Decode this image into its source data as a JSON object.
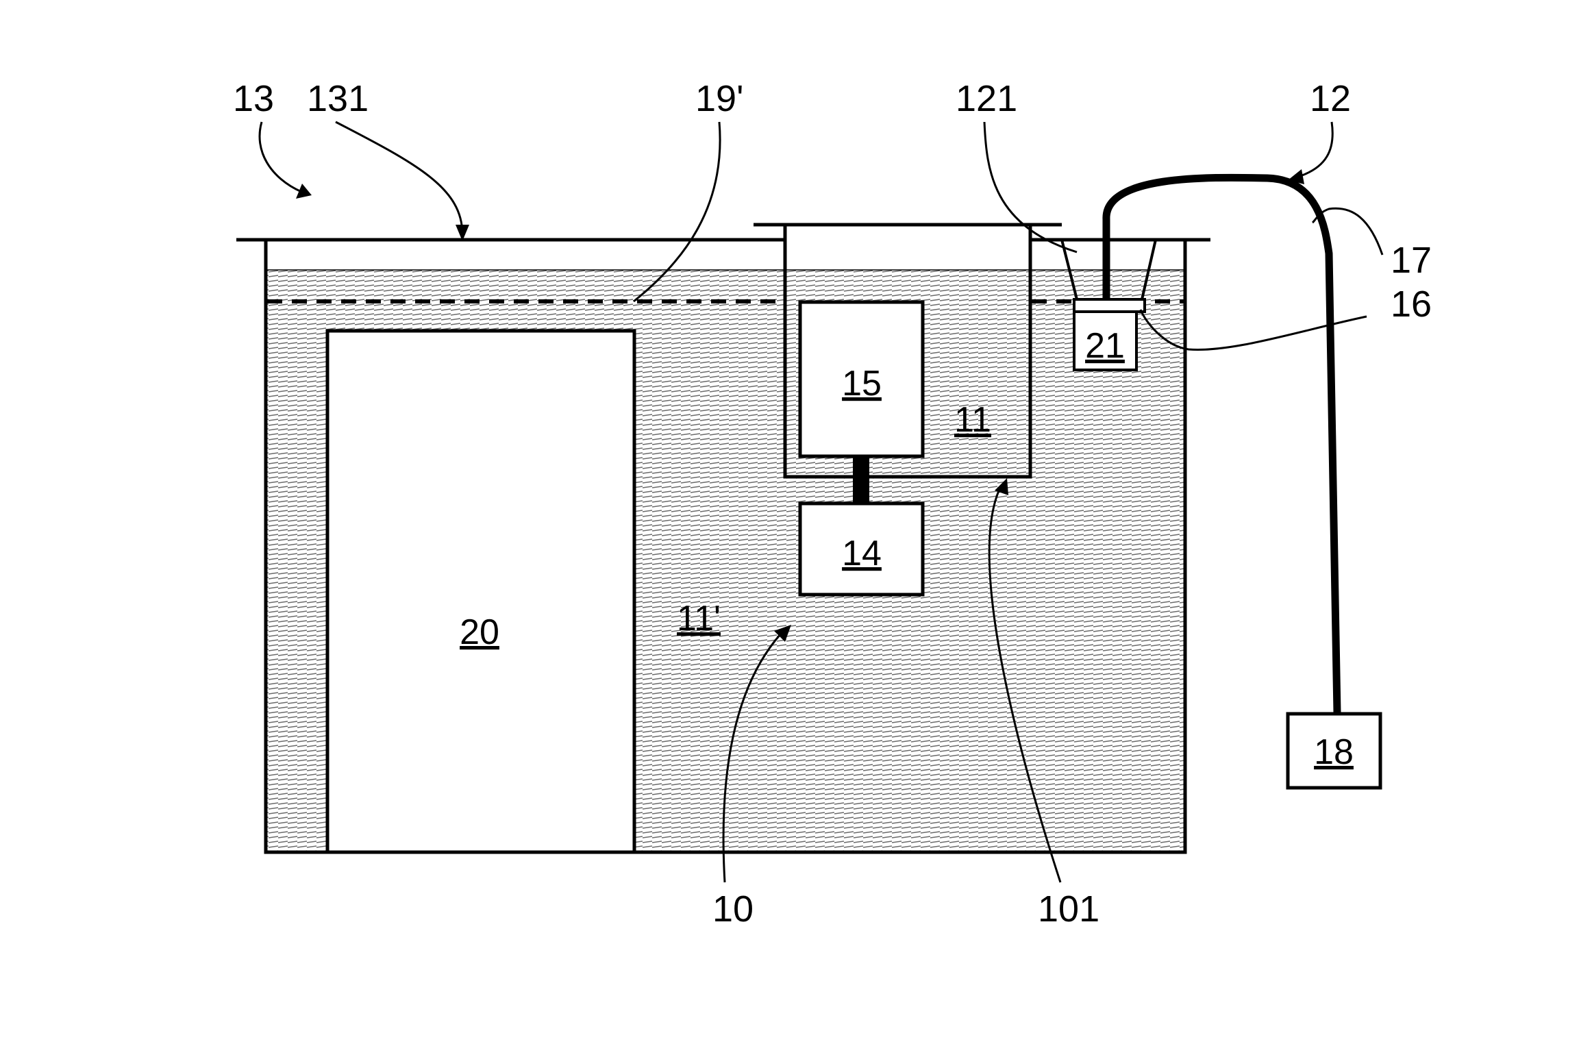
{
  "figure": {
    "colors": {
      "line": "#000000",
      "liquid_hatch": "#6a6a6a",
      "background": "#ffffff"
    },
    "reference_labels": {
      "r13": "13",
      "r131": "131",
      "r19p": "19'",
      "r121": "121",
      "r12": "12",
      "r17": "17",
      "r16": "16",
      "r10": "10",
      "r101": "101"
    },
    "box_labels": {
      "b15": "15",
      "b11": "11",
      "b14": "14",
      "b20": "20",
      "b11p": "11'",
      "b21": "21",
      "b18": "18"
    }
  }
}
